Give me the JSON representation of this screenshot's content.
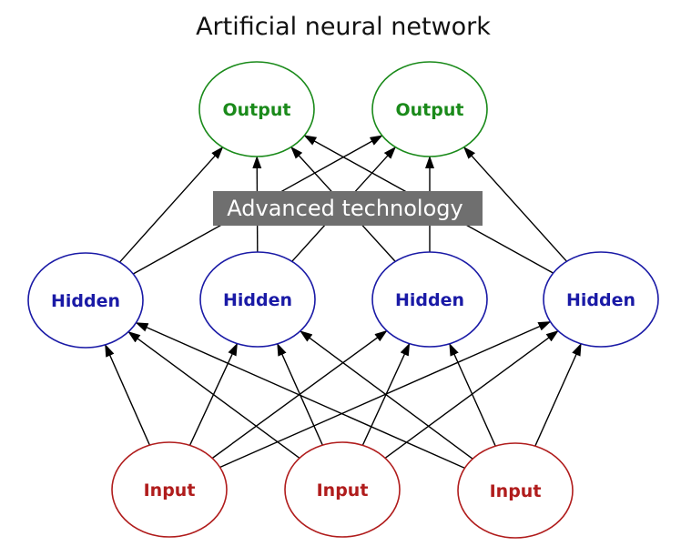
{
  "title": "Artificial neural network",
  "banner": "Advanced technology",
  "layers": {
    "output": {
      "label": "Output",
      "color": "#1a8a1a",
      "count": 2
    },
    "hidden": {
      "label": "Hidden",
      "color": "#1a1aa6",
      "count": 4
    },
    "input": {
      "label": "Input",
      "color": "#b01c1c",
      "count": 3
    }
  },
  "connections": {
    "input_to_hidden": [
      [
        0,
        0
      ],
      [
        0,
        1
      ],
      [
        0,
        2
      ],
      [
        0,
        3
      ],
      [
        1,
        0
      ],
      [
        1,
        1
      ],
      [
        1,
        2
      ],
      [
        1,
        3
      ],
      [
        2,
        0
      ],
      [
        2,
        1
      ],
      [
        2,
        2
      ],
      [
        2,
        3
      ]
    ],
    "hidden_to_output": [
      [
        0,
        0
      ],
      [
        0,
        1
      ],
      [
        1,
        0
      ],
      [
        1,
        1
      ],
      [
        2,
        0
      ],
      [
        2,
        1
      ],
      [
        3,
        0
      ],
      [
        3,
        1
      ]
    ]
  },
  "colors": {
    "edge": "#000000",
    "banner_bg": "#6f6f6f"
  }
}
